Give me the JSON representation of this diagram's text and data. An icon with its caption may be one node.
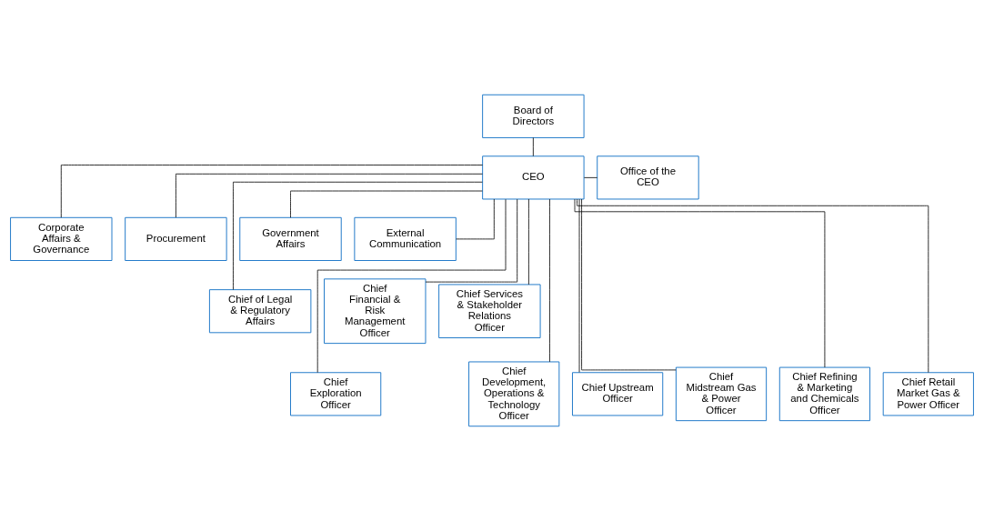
{
  "diagram": {
    "nodes": [
      {
        "text": [
          "Board of Directors"
        ]
      },
      {
        "text": [
          "CEO"
        ]
      },
      {
        "text": [
          "Office of the CEO"
        ]
      },
      {
        "text": [
          "Corporate Affairs & Governance"
        ]
      },
      {
        "text": [
          "Procurement"
        ]
      },
      {
        "text": [
          "Government Affairs"
        ]
      },
      {
        "text": [
          "External Communication"
        ]
      },
      {
        "text": [
          "Chief of Legal & Regulatory Affairs"
        ]
      },
      {
        "text": [
          "Chief Financial & Risk Management Officer"
        ]
      },
      {
        "text": [
          "Chief Services & Stakeholder Relations Officer"
        ]
      },
      {
        "text": [
          "Chief Exploration Officer"
        ]
      },
      {
        "text": [
          "Chief Development, Operations & Technology Officer"
        ]
      },
      {
        "text": [
          "Chief Upstream Officer"
        ]
      },
      {
        "text": [
          "Chief Midstream Gas & Power Officer"
        ]
      },
      {
        "text": [
          "Chief Refining & Marketing and Chemicals Officer"
        ]
      },
      {
        "text": [
          "Chief Retail Market Gas & Power Officer"
        ]
      }
    ],
    "edges": [
      {
        "from": 0,
        "to": 1,
        "arrow": "none"
      },
      {
        "from": 1,
        "to": 2,
        "arrow": "none"
      },
      {
        "from": 1,
        "to": 3,
        "arrow": "none"
      },
      {
        "from": 1,
        "to": 4,
        "arrow": "none"
      },
      {
        "from": 1,
        "to": 5,
        "arrow": "none"
      },
      {
        "from": 1,
        "to": 6,
        "arrow": "none"
      },
      {
        "from": 1,
        "to": 7,
        "arrow": "none"
      },
      {
        "from": 1,
        "to": 8,
        "arrow": "none"
      },
      {
        "from": 1,
        "to": 9,
        "arrow": "none"
      },
      {
        "from": 1,
        "to": 10,
        "arrow": "none"
      },
      {
        "from": 1,
        "to": 11,
        "arrow": "none"
      },
      {
        "from": 1,
        "to": 12,
        "arrow": "none"
      },
      {
        "from": 1,
        "to": 13,
        "arrow": "none"
      },
      {
        "from": 1,
        "to": 14,
        "arrow": "none"
      },
      {
        "from": 1,
        "to": 15,
        "arrow": "none"
      }
    ]
  }
}
